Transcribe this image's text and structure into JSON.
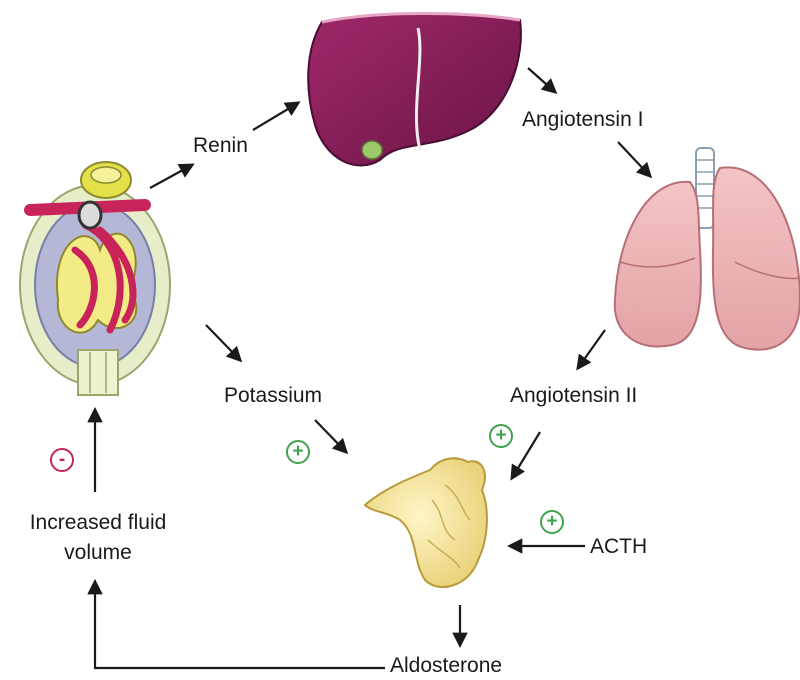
{
  "labels": {
    "renin": "Renin",
    "angiotensin_1": "Angiotensin I",
    "angiotensin_2": "Angiotensin II",
    "potassium": "Potassium",
    "acth": "ACTH",
    "aldosterone": "Aldosterone",
    "fluid_line1": "Increased fluid",
    "fluid_line2": "volume"
  },
  "signs": {
    "plus": "+",
    "minus": "-"
  },
  "colors": {
    "plus": "#3fa34d",
    "minus": "#c0245e",
    "arrow": "#1a1a1a"
  }
}
